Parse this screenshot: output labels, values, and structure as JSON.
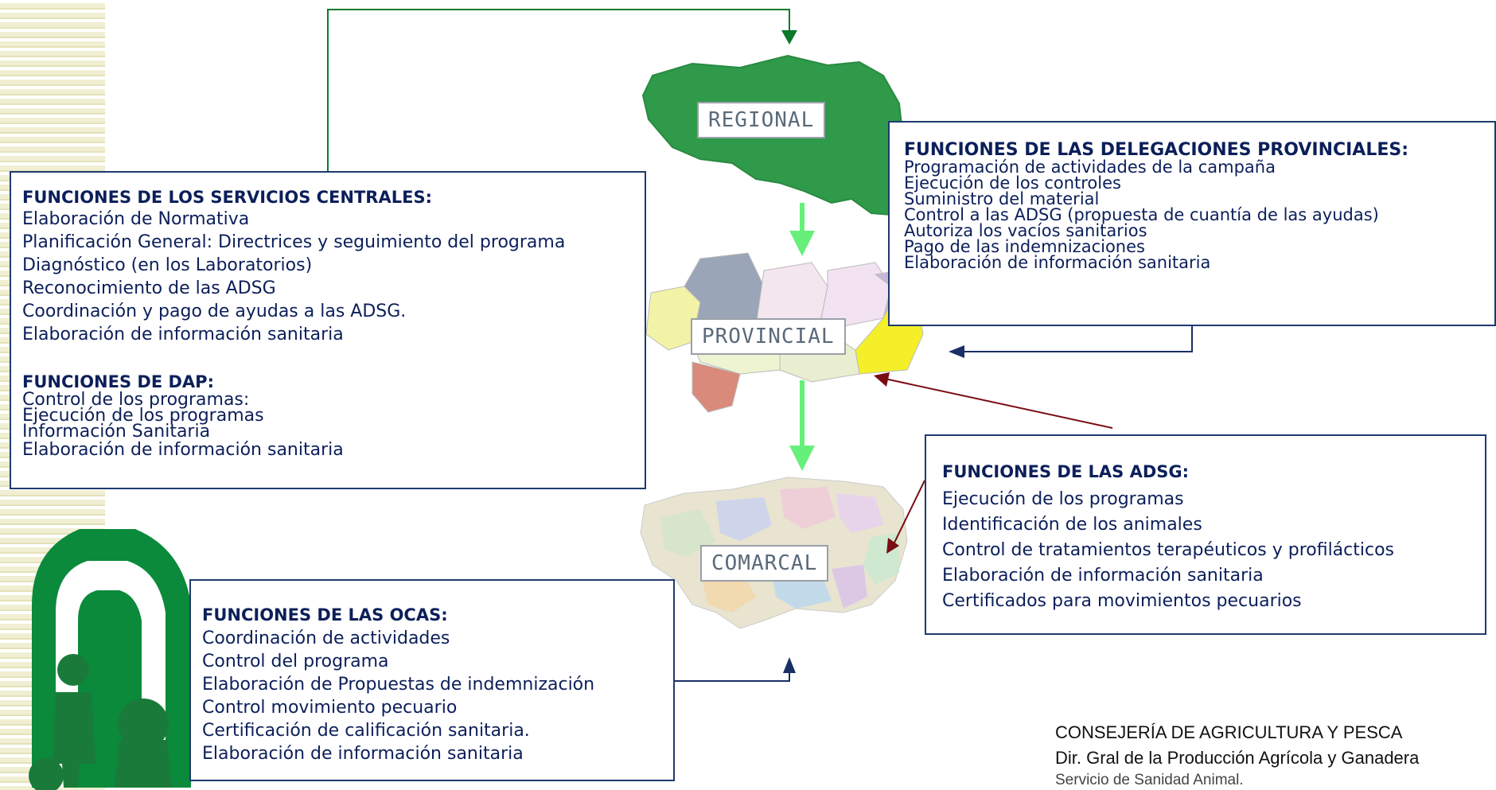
{
  "map_labels": {
    "regional": "REGIONAL",
    "provincial": "PROVINCIAL",
    "comarcal": "COMARCAL"
  },
  "servicios_centrales": {
    "title": "FUNCIONES DE LOS SERVICIOS CENTRALES:",
    "items": [
      "Elaboración de Normativa",
      "Planificación General: Directrices y seguimiento del  programa",
      "Diagnóstico (en los Laboratorios)",
      "Reconocimiento de las ADSG",
      "Coordinación y pago de ayudas a las ADSG.",
      "Elaboración de información sanitaria"
    ]
  },
  "dap": {
    "title": "FUNCIONES DE DAP:",
    "items": [
      "Control de los programas:",
      "Ejecución de los programas",
      "Información Sanitaria",
      "Elaboración de información sanitaria"
    ]
  },
  "delegaciones": {
    "title": "FUNCIONES DE LAS DELEGACIONES PROVINCIALES:",
    "items": [
      "Programación de actividades de la campaña",
      "Ejecución de los controles",
      "Suministro del material",
      "Control a las ADSG (propuesta de cuantía de las ayudas)",
      "Autoriza los vacíos sanitarios",
      "Pago de las indemnizaciones",
      "Elaboración de información sanitaria"
    ]
  },
  "adsg": {
    "title": "FUNCIONES DE LAS ADSG:",
    "items": [
      "Ejecución de los programas",
      "Identificación de los animales",
      "Control de tratamientos terapéuticos y profilácticos",
      "Elaboración de información sanitaria",
      "Certificados para movimientos pecuarios"
    ]
  },
  "ocas": {
    "title": "FUNCIONES DE LAS OCAS:",
    "items": [
      "Coordinación de actividades",
      "Control del programa",
      "Elaboración de Propuestas de indemnización",
      "Control movimiento pecuario",
      "Certificación de calificación sanitaria.",
      "Elaboración de información sanitaria"
    ]
  },
  "footer": {
    "line1": "CONSEJERÍA DE AGRICULTURA Y PESCA",
    "line2": "Dir. Gral de la Producción Agrícola y Ganadera",
    "line3": "Servicio de Sanidad Animal."
  },
  "colors": {
    "box_border": "#1f3a6e",
    "text": "#0c1f5a",
    "green_line": "#0b7a2a",
    "green_arrow": "#66f07a",
    "navy_arrow": "#1a2f66",
    "maroon_arrow": "#7a0d14",
    "regional_map": "#2e9a4a"
  },
  "icons": [
    "junta-logo-icon",
    "andalucia-regional-map-icon",
    "andalucia-provincial-map-icon",
    "andalucia-comarcal-map-icon"
  ]
}
